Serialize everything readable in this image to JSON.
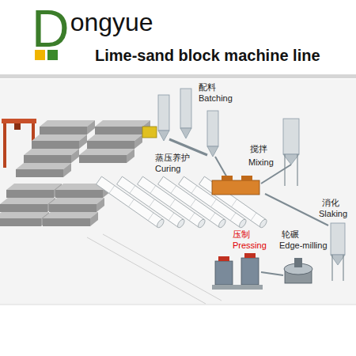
{
  "diagram": {
    "title": "Lime-sand block machine line",
    "labels": [
      "Dongyue",
      "配料",
      "Batching",
      "蒸压养护",
      "Curing",
      "搅拌",
      "Mixing",
      "消化",
      "Slaking",
      "压制",
      "Pressing",
      "轮碾",
      "Edge-milling"
    ]
  }
}
